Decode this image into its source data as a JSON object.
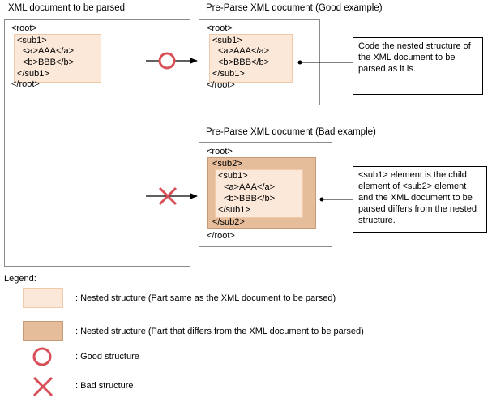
{
  "left": {
    "title": "XML document to be parsed",
    "lines": [
      "<root>",
      "<sub1>",
      "<a>AAA</a>",
      "<b>BBB</b>",
      "</sub1>",
      "</root>"
    ]
  },
  "good": {
    "title": "Pre-Parse XML document (Good example)",
    "lines": [
      "<root>",
      "<sub1>",
      "<a>AAA</a>",
      "<b>BBB</b>",
      "</sub1>",
      "</root>"
    ],
    "note": "Code the nested structure of the XML document to be parsed as it is."
  },
  "bad": {
    "title": "Pre-Parse XML document (Bad example)",
    "lines": [
      "<root>",
      "<sub2>",
      "<sub1>",
      "<a>AAA</a>",
      "<b>BBB</b>",
      "</sub1>",
      "</sub2>",
      "</root>"
    ],
    "note": "<sub1> element is the child element of <sub2> element and the XML document to be parsed differs from the nested structure."
  },
  "legend": {
    "title": "Legend:",
    "light": ": Nested structure (Part same as the XML document to be parsed)",
    "dark": ": Nested structure (Part that differs from the XML document to be parsed)",
    "good": ": Good structure",
    "bad": ": Bad structure"
  },
  "colors": {
    "light_fill": "#fbe8d9",
    "dark_fill": "#e6bd9a",
    "mark_red": "#d94f57"
  }
}
